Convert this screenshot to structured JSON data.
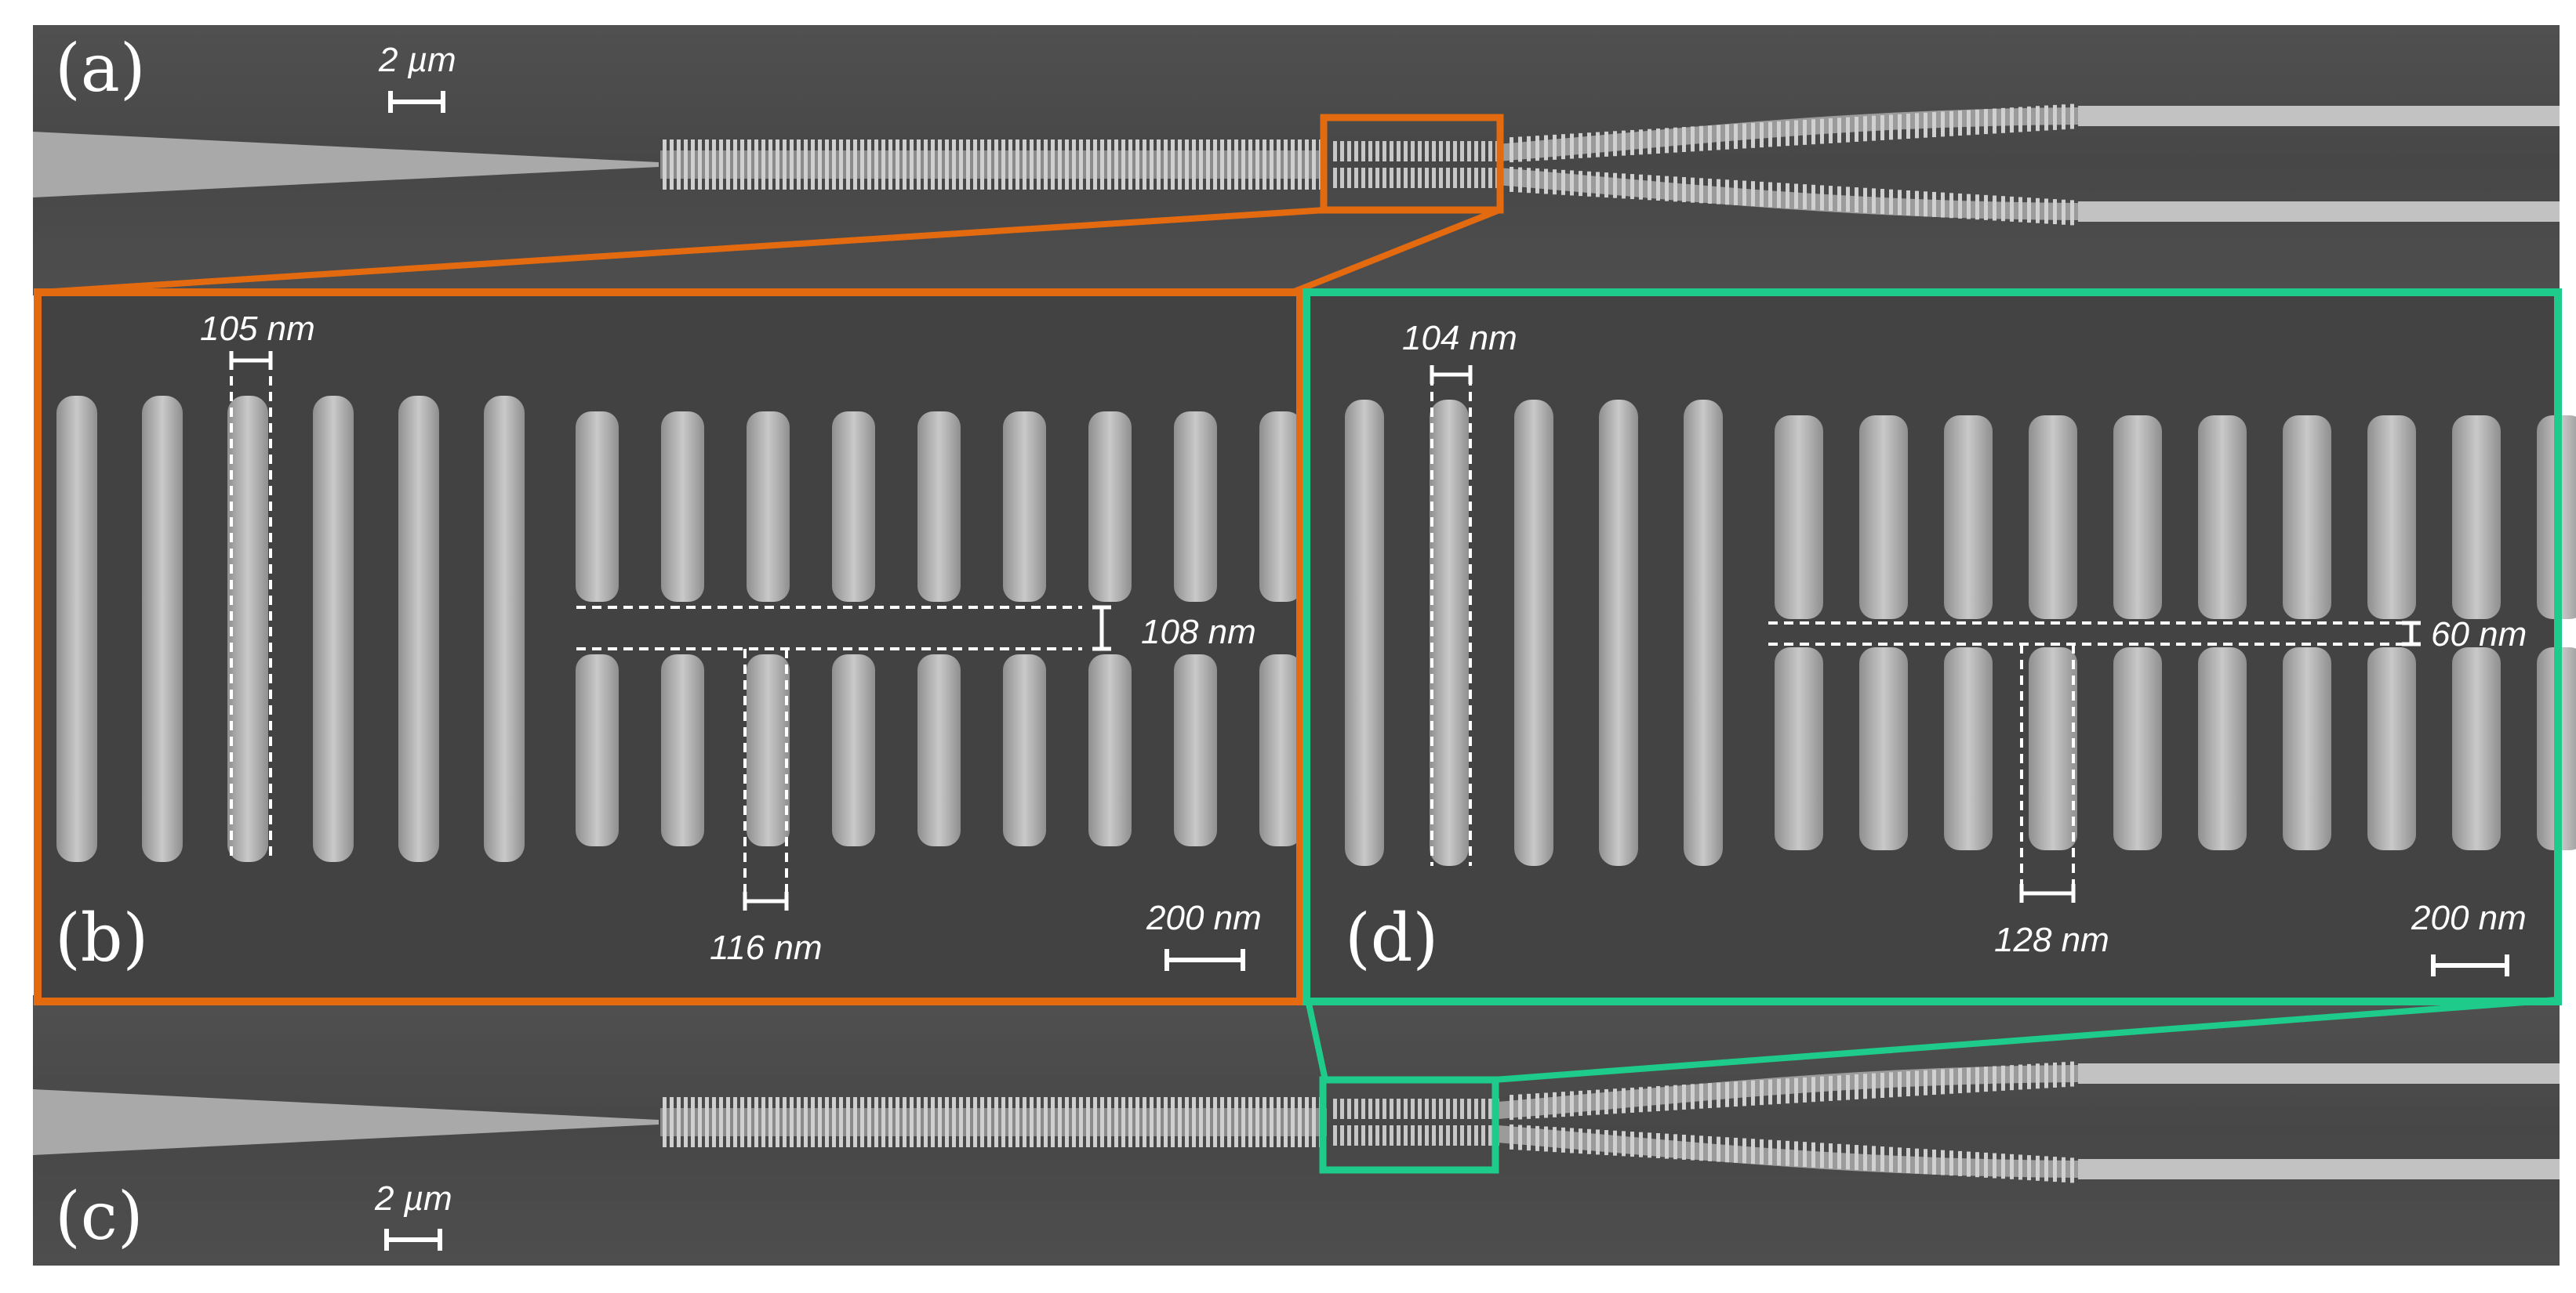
{
  "figure": {
    "panels": {
      "a": {
        "label": "(a)",
        "scale_bar": "2 µm"
      },
      "b": {
        "label": "(b)",
        "scale_bar": "200 nm",
        "width_label": "105 nm",
        "gap_label": "108 nm",
        "segment_label": "116 nm"
      },
      "c": {
        "label": "(c)",
        "scale_bar": "2 µm"
      },
      "d": {
        "label": "(d)",
        "scale_bar": "200 nm",
        "width_label": "104 nm",
        "gap_label": "60 nm",
        "segment_label": "128 nm"
      }
    },
    "colors": {
      "zoom_box_b": "#e46a10",
      "zoom_box_d": "#1ecb8a",
      "substrate": "#4b4b4b",
      "structure": "#b9b9b9",
      "annotation": "#ffffff"
    }
  }
}
